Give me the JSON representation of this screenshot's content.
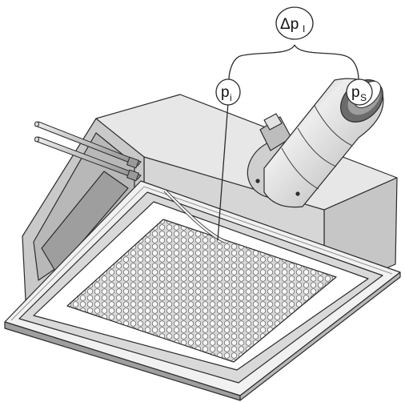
{
  "labels": {
    "delta_prefix": "Δp",
    "delta_sub": "I",
    "pi_main": "p",
    "pi_sub": "i",
    "ps_main": "p",
    "ps_sub": "S"
  },
  "colors": {
    "outline": "#2b2b2b",
    "housing_top": "#e6e6e6",
    "housing_front": "#cfcfcf",
    "housing_side": "#bdbdbd",
    "frame_light": "#f2f2f2",
    "frame_dark": "#a8a8a8",
    "grille_bg": "#d8d8d8",
    "hole": "#f7f7f7",
    "metal": "#d3d3d3"
  },
  "icons": {
    "diagram": "ceiling-diffuser-with-pressure-sensor"
  }
}
